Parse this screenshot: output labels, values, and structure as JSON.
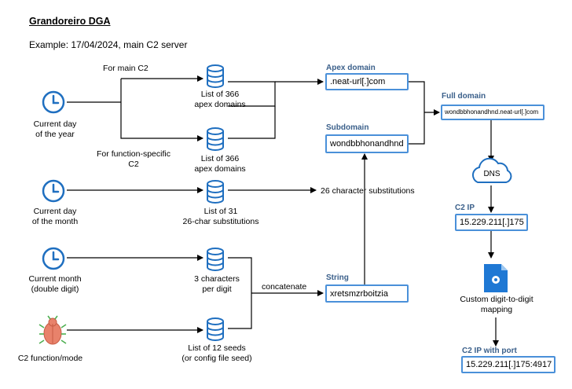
{
  "title": "Grandoreiro DGA",
  "example": "Example: 17/04/2024, main C2 server",
  "inputs": {
    "day_of_year": [
      "Current day",
      "of the year"
    ],
    "day_of_month": [
      "Current day",
      "of the month"
    ],
    "month": [
      "Current month",
      "(double digit)"
    ],
    "function": "C2 function/mode"
  },
  "branch_labels": {
    "main": "For main C2",
    "function": [
      "For function-specific",
      "C2"
    ]
  },
  "databases": {
    "apex_main": [
      "List of 366",
      "apex domains"
    ],
    "apex_function": [
      "List of 366",
      "apex domains"
    ],
    "substitutions": [
      "List of 31",
      "26-char substitutions"
    ],
    "chars_per_digit": [
      "3 characters",
      "per digit"
    ],
    "seeds": [
      "List of 12 seeds",
      "(or config file seed)"
    ]
  },
  "edge_labels": {
    "substitutions": "26 character substitutions",
    "concatenate": "concatenate"
  },
  "headers": {
    "apex": "Apex domain",
    "subdomain": "Subdomain",
    "string": "String",
    "full": "Full domain",
    "c2ip": "C2 IP",
    "c2ip_port": "C2 IP with port"
  },
  "values": {
    "apex": ".neat-url[.]com",
    "subdomain": "wondbbhonandhnd",
    "string": "xretsmzrboitzia",
    "full": "wondbbhonandhnd.neat-url[.]com",
    "c2ip": "15.229.211[.]175",
    "c2ip_port": "15.229.211[.]175:4917"
  },
  "dns_label": "DNS",
  "mapping_label": [
    "Custom digit-to-digit",
    "mapping"
  ],
  "icons": {
    "clock": "clock-icon",
    "database": "database-icon",
    "bug": "bug-icon",
    "cloud": "cloud-icon",
    "document": "gear-document-icon"
  },
  "colors": {
    "accent": "#4a90d9",
    "header": "#3a5f8a",
    "bug": "#e8826b"
  }
}
